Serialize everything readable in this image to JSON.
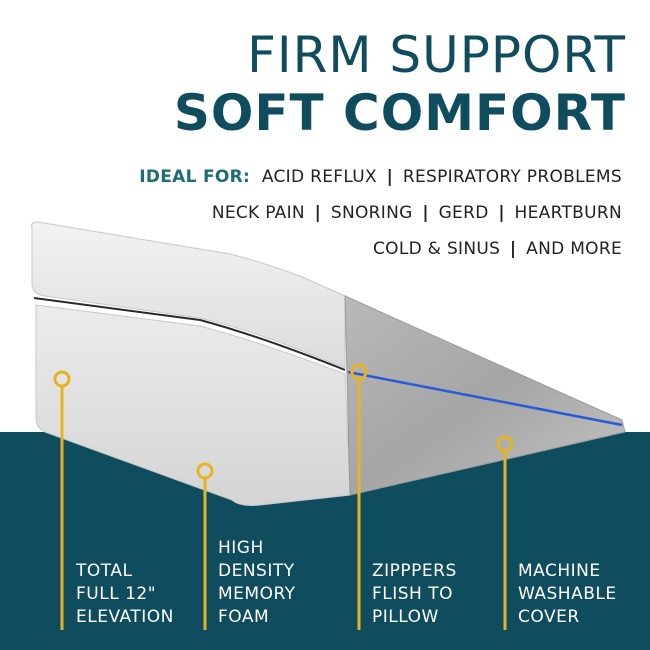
{
  "headline": {
    "line1": "FIRM SUPPORT",
    "line2": "SOFT COMFORT"
  },
  "ideal_for": {
    "label": "IDEAL FOR:",
    "row1": [
      "ACID REFLUX",
      "RESPIRATORY PROBLEMS"
    ],
    "row2": [
      "NECK PAIN",
      "SNORING",
      "GERD",
      "HEARTBURN"
    ],
    "row3": [
      "COLD & SINUS",
      "AND MORE"
    ],
    "separator": "|"
  },
  "callouts": [
    {
      "lines": [
        "TOTAL",
        "FULL 12\"",
        "ELEVATION"
      ]
    },
    {
      "lines": [
        "HIGH",
        "DENSITY",
        "MEMORY",
        "FOAM"
      ]
    },
    {
      "lines": [
        "ZIPPPERS",
        "FLISH TO",
        "PILLOW"
      ]
    },
    {
      "lines": [
        "MACHINE",
        "WASHABLE",
        "COVER"
      ]
    }
  ],
  "colors": {
    "teal": "#0f4d5e",
    "accent": "#e6b422",
    "zipper": "#2a5bd7"
  }
}
